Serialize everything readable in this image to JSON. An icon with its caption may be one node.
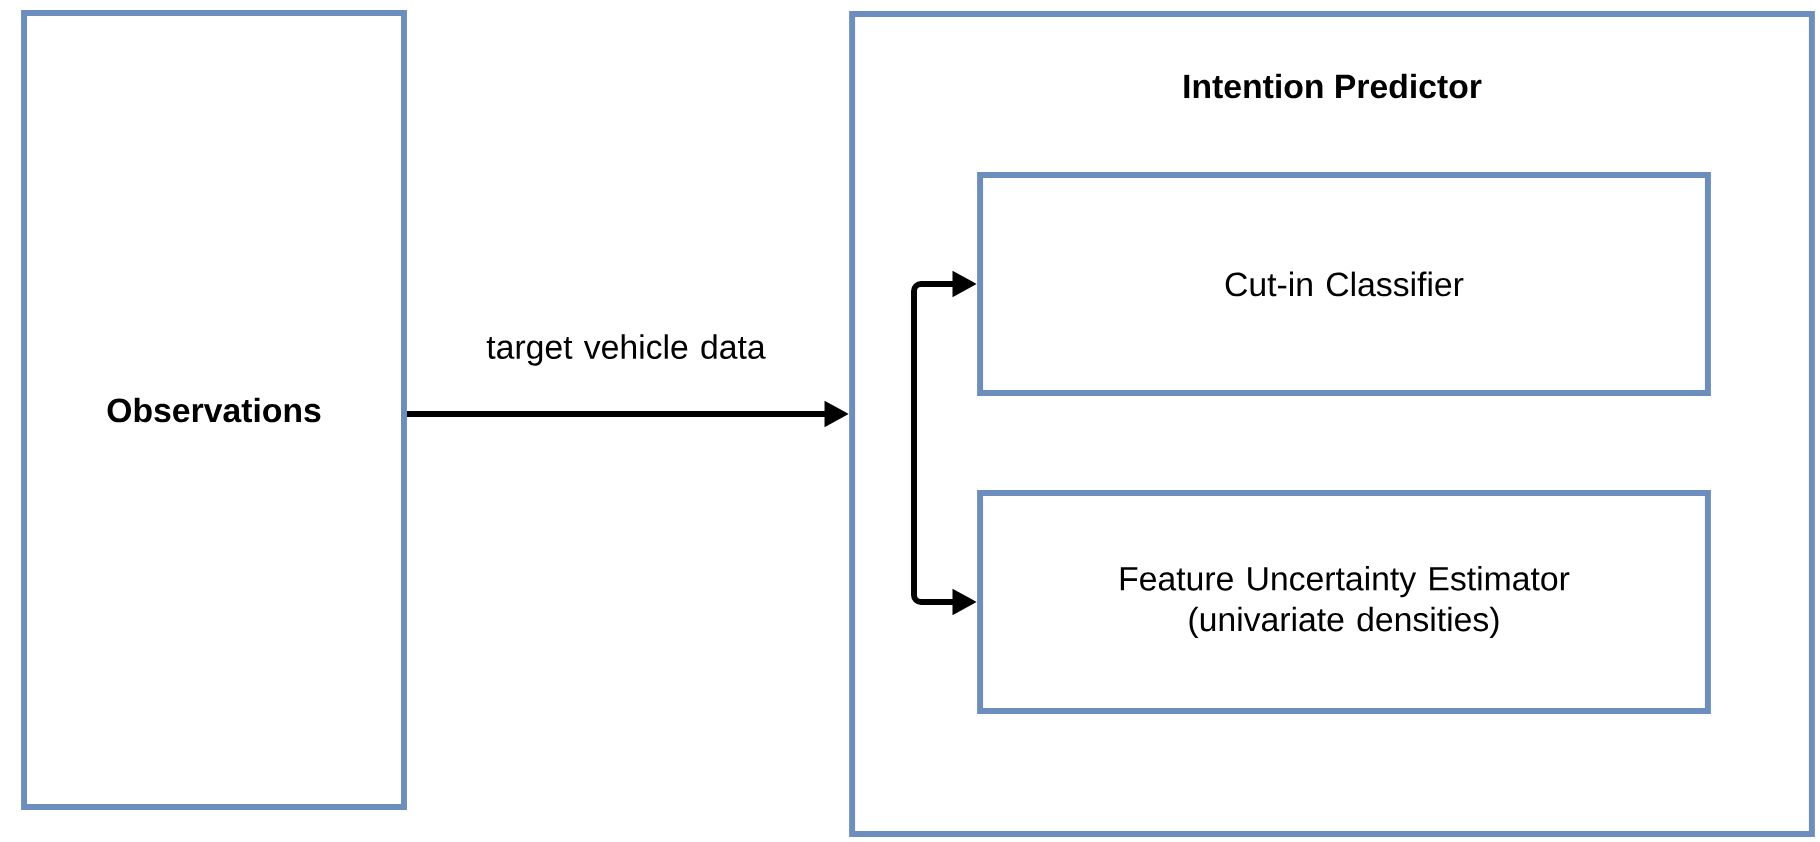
{
  "diagram": {
    "nodes": [
      {
        "text": [
          "Observations"
        ]
      },
      {
        "text": [
          "Intention Predictor"
        ]
      },
      {
        "text": [
          "Cut-in Classifier"
        ],
        "in": 1
      },
      {
        "text": [
          "Feature Uncertainty Estimator (univariate densities)"
        ],
        "in": 1
      }
    ],
    "edges": [
      {
        "from": 0,
        "to": 1,
        "arrow": "to",
        "label": "target vehicle data"
      },
      {
        "from": 1,
        "to": 2,
        "arrow": "to"
      },
      {
        "from": 1,
        "to": 3,
        "arrow": "to"
      }
    ]
  }
}
